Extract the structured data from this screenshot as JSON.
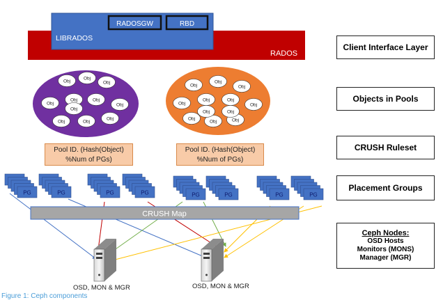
{
  "client_layer": {
    "rados_label": "RADOS",
    "librados_label": "LIBRADOS",
    "radosgw_label": "RADOSGW",
    "rbd_label": "RBD",
    "colors": {
      "rados": "#c00000",
      "librados": "#4472c4"
    }
  },
  "pools": [
    {
      "color": "#7030a0",
      "objects": [
        "Obj",
        "Obj",
        "Obj",
        "Obj",
        "Obj",
        "Obj",
        "Obj",
        "Obj",
        "Obj",
        "Obj",
        "Obj"
      ]
    },
    {
      "color": "#ed7d31",
      "objects": [
        "Obj",
        "Obj",
        "Obj",
        "Obj",
        "Obj",
        "Obj",
        "Obj",
        "Obj",
        "Obj",
        "Obj",
        "Obj",
        "Obj"
      ]
    }
  ],
  "pool_id_boxes": [
    {
      "line1": "Pool ID. (Hash(Object)",
      "line2": "%Num of PGs)"
    },
    {
      "line1": "Pool ID. (Hash(Object)",
      "line2": "%Num of PGs)"
    }
  ],
  "pg_label": "PG",
  "crush_map_label": "CRUSH Map",
  "layers": {
    "client_interface": "Client Interface Layer",
    "objects_in_pools": "Objects in Pools",
    "crush_ruleset": "CRUSH Ruleset",
    "placement_groups": "Placement Groups",
    "ceph_nodes": {
      "title": "Ceph Nodes:",
      "items": [
        "OSD Hosts",
        "Monitors (MONS)",
        "Manager (MGR)"
      ]
    }
  },
  "nodes": [
    {
      "caption": "OSD, MON & MGR"
    },
    {
      "caption": "OSD, MON & MGR"
    }
  ],
  "figure_caption": "Figure 1: Ceph components",
  "arrow_colors": [
    "#4472c4",
    "#c00000",
    "#70ad47",
    "#ffc000"
  ]
}
